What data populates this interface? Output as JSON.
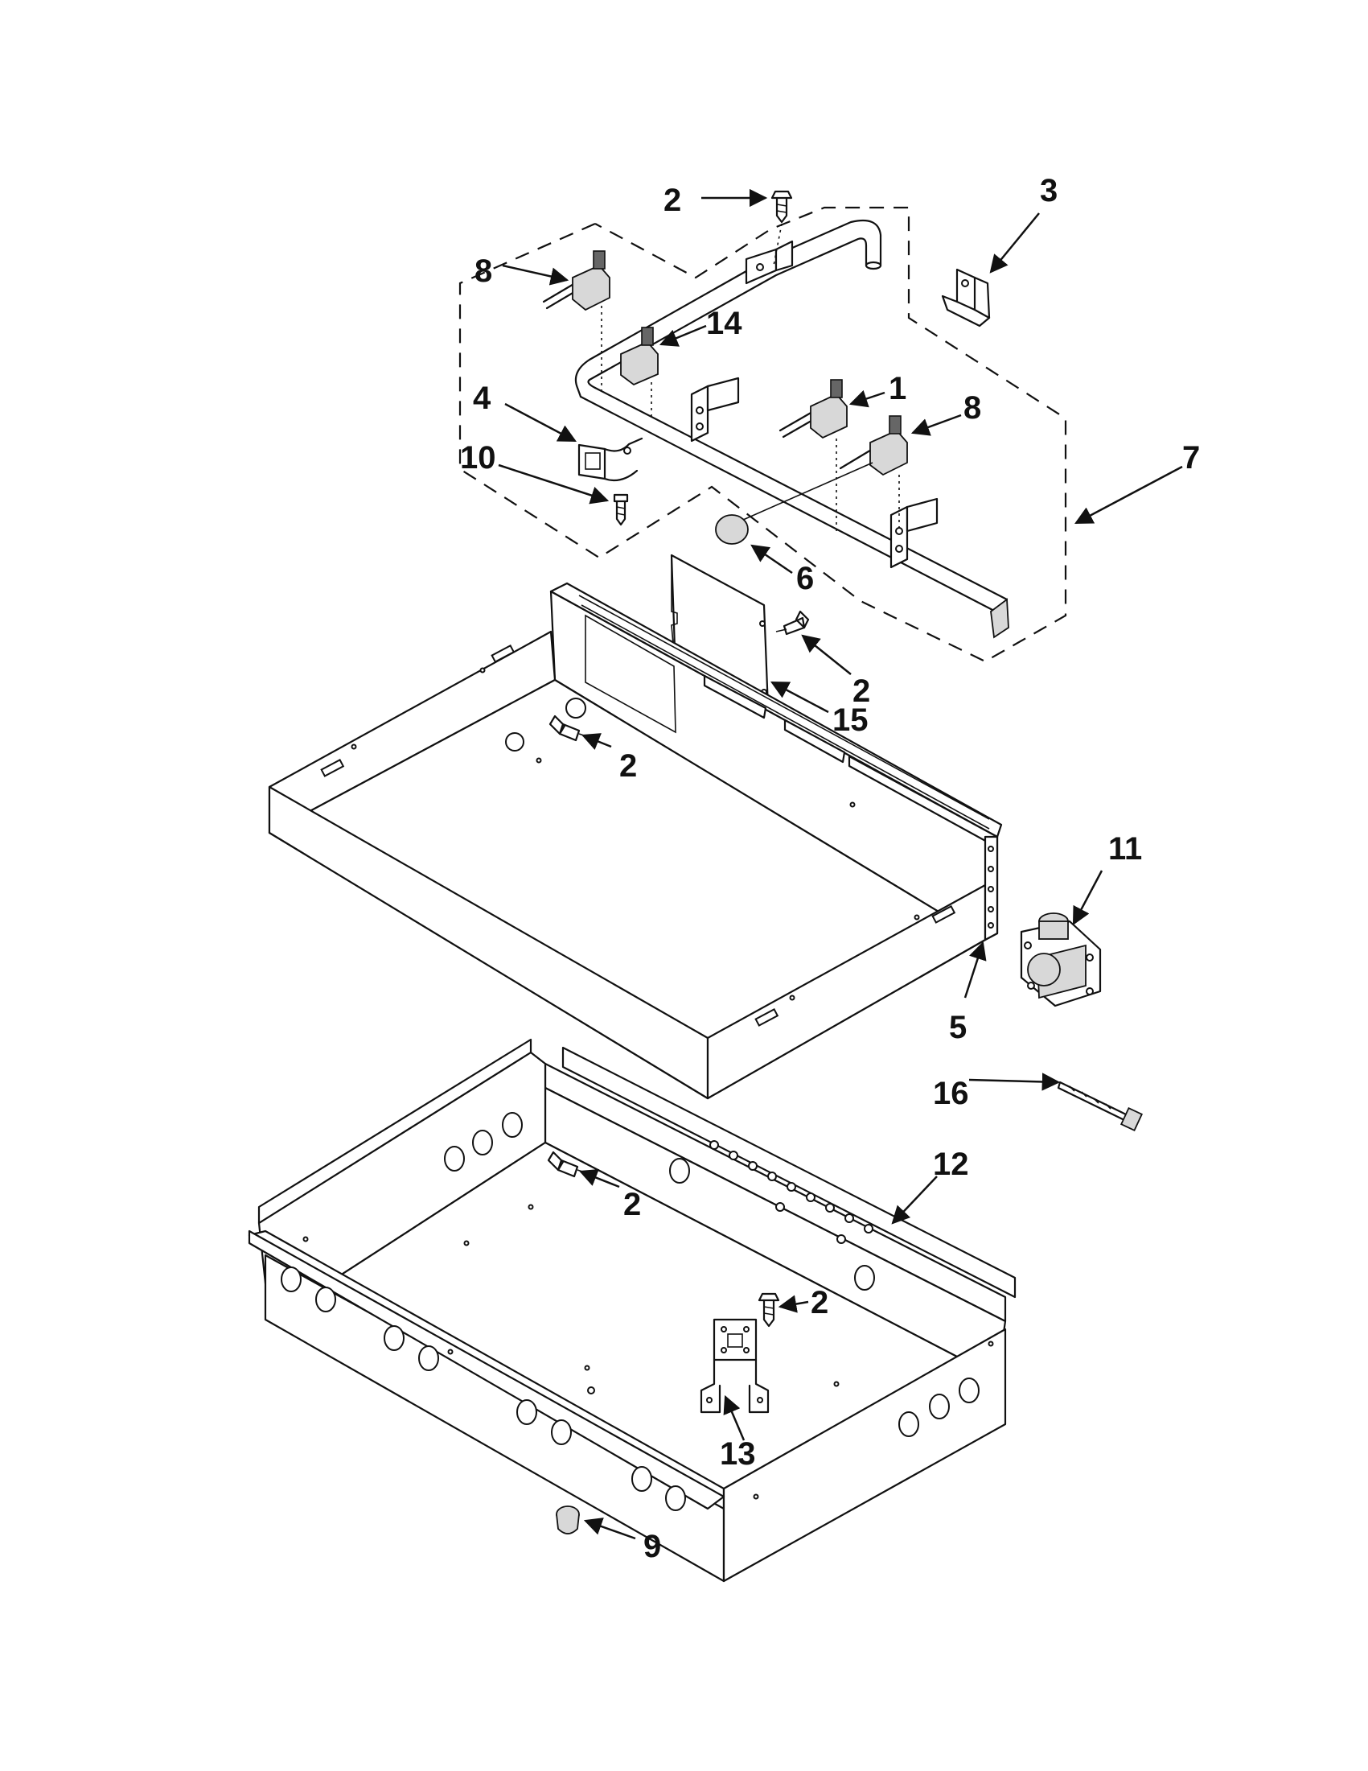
{
  "diagram": {
    "type": "exploded-parts-diagram",
    "callouts": [
      {
        "id": "c2a",
        "label": "2"
      },
      {
        "id": "c3",
        "label": "3"
      },
      {
        "id": "c8a",
        "label": "8"
      },
      {
        "id": "c14",
        "label": "14"
      },
      {
        "id": "c4",
        "label": "4"
      },
      {
        "id": "c10",
        "label": "10"
      },
      {
        "id": "c1",
        "label": "1"
      },
      {
        "id": "c8b",
        "label": "8"
      },
      {
        "id": "c7",
        "label": "7"
      },
      {
        "id": "c6",
        "label": "6"
      },
      {
        "id": "c2b",
        "label": "2"
      },
      {
        "id": "c15",
        "label": "15"
      },
      {
        "id": "c2c",
        "label": "2"
      },
      {
        "id": "c11",
        "label": "11"
      },
      {
        "id": "c5",
        "label": "5"
      },
      {
        "id": "c16",
        "label": "16"
      },
      {
        "id": "c12",
        "label": "12"
      },
      {
        "id": "c2d",
        "label": "2"
      },
      {
        "id": "c2e",
        "label": "2"
      },
      {
        "id": "c13",
        "label": "13"
      },
      {
        "id": "c9",
        "label": "9"
      }
    ]
  },
  "colors": {
    "line": "#111111",
    "background": "#ffffff"
  }
}
